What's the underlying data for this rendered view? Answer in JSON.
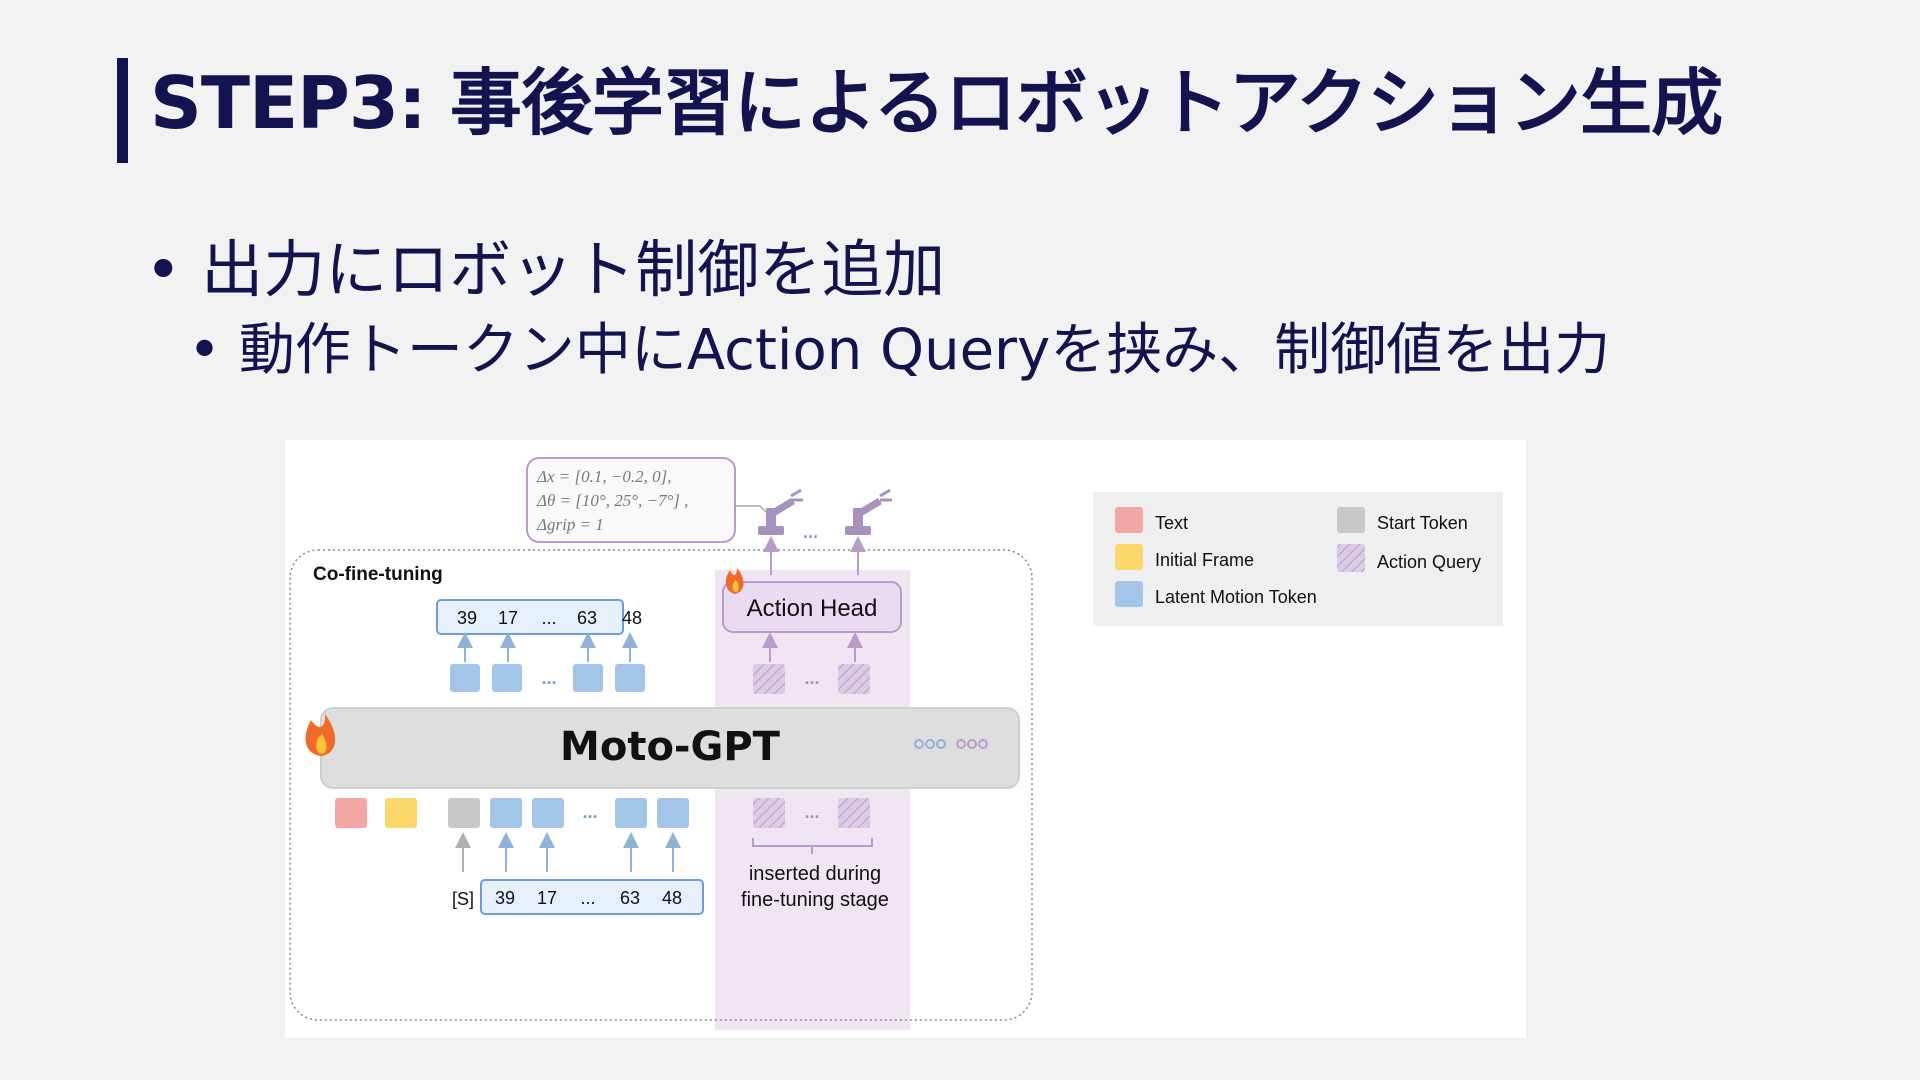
{
  "slide": {
    "title": "STEP3: 事後学習によるロボットアクション生成",
    "bullet_symbol": "•",
    "bullet1": "出力にロボット制御を追加",
    "bullet2": "動作トークン中にAction Queryを挟み、制御値を出力"
  },
  "figure": {
    "action_box": {
      "line1": "Δx = [0.1, −0.2, 0],",
      "line2": "Δθ = [10°, 25°, −7°] ,",
      "line3": "Δgrip = 1"
    },
    "cofinetuning_label": "Co-fine-tuning",
    "output_tokens": [
      "39",
      "17",
      "...",
      "63",
      "48"
    ],
    "input_tokens": [
      "39",
      "17",
      "...",
      "63",
      "48"
    ],
    "start_token_label": "[S]",
    "ellipsis": "...",
    "model_label": "Moto-GPT",
    "action_head_label": "Action Head",
    "inserted_line1": "inserted during",
    "inserted_line2": "fine-tuning stage",
    "legend": {
      "text": "Text",
      "initial_frame": "Initial Frame",
      "latent_motion_token": "Latent Motion Token",
      "start_token": "Start Token",
      "action_query": "Action Query"
    }
  },
  "colors": {
    "title": "#131350",
    "text_token": "#f4a7a5",
    "initial_frame": "#f9d76a",
    "latent_motion": "#a3c5e8",
    "start_token": "#c8c8c8",
    "action_query": "#d8c4e0",
    "action_region": "#efe6f2"
  }
}
